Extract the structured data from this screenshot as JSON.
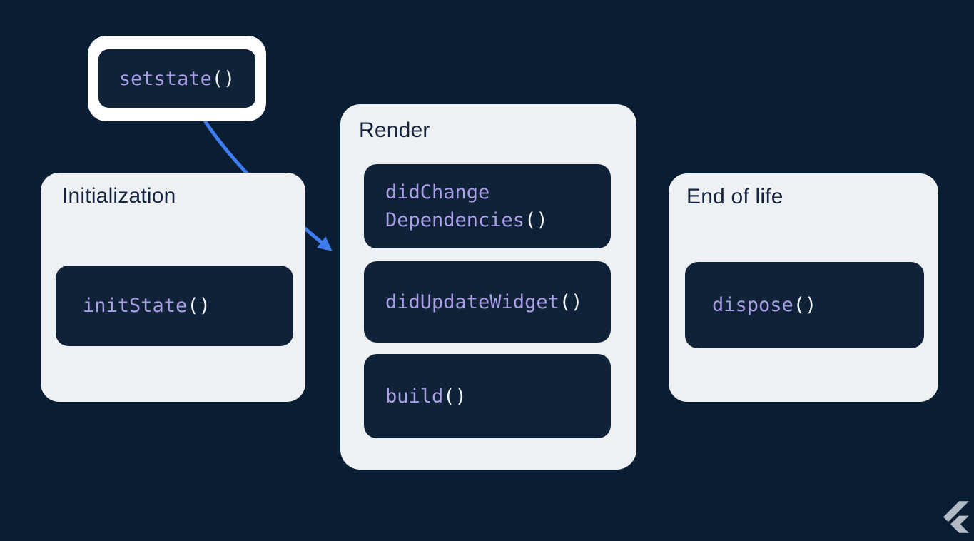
{
  "slide": {
    "description": "Flutter StatefulWidget lifecycle diagram"
  },
  "colors": {
    "bg": "#0a1e33",
    "card": "#eef1f3",
    "box": "#0f2238",
    "purple": "#a89fe6",
    "white": "#f3f6f8",
    "title": "#16243f",
    "arrow": "#3e7cf0",
    "logo": "#b2bbc6"
  },
  "setstate": {
    "line1": "setstate",
    "line1_parens": "()"
  },
  "cards": [
    {
      "title": "Initialization",
      "methods": [
        {
          "line1": "initState",
          "line1_parens": "()"
        }
      ]
    },
    {
      "title": "Render",
      "methods": [
        {
          "line1": "didChange",
          "line2": "Dependencies",
          "line2_parens": "()"
        },
        {
          "line1": "didUpdateWidget",
          "line1_parens": "()"
        },
        {
          "line1": "build",
          "line1_parens": "()"
        }
      ]
    },
    {
      "title": "End of life",
      "methods": [
        {
          "line1": "dispose",
          "line1_parens": "()"
        }
      ]
    }
  ],
  "icons": {
    "logo": "flutter-logo"
  }
}
